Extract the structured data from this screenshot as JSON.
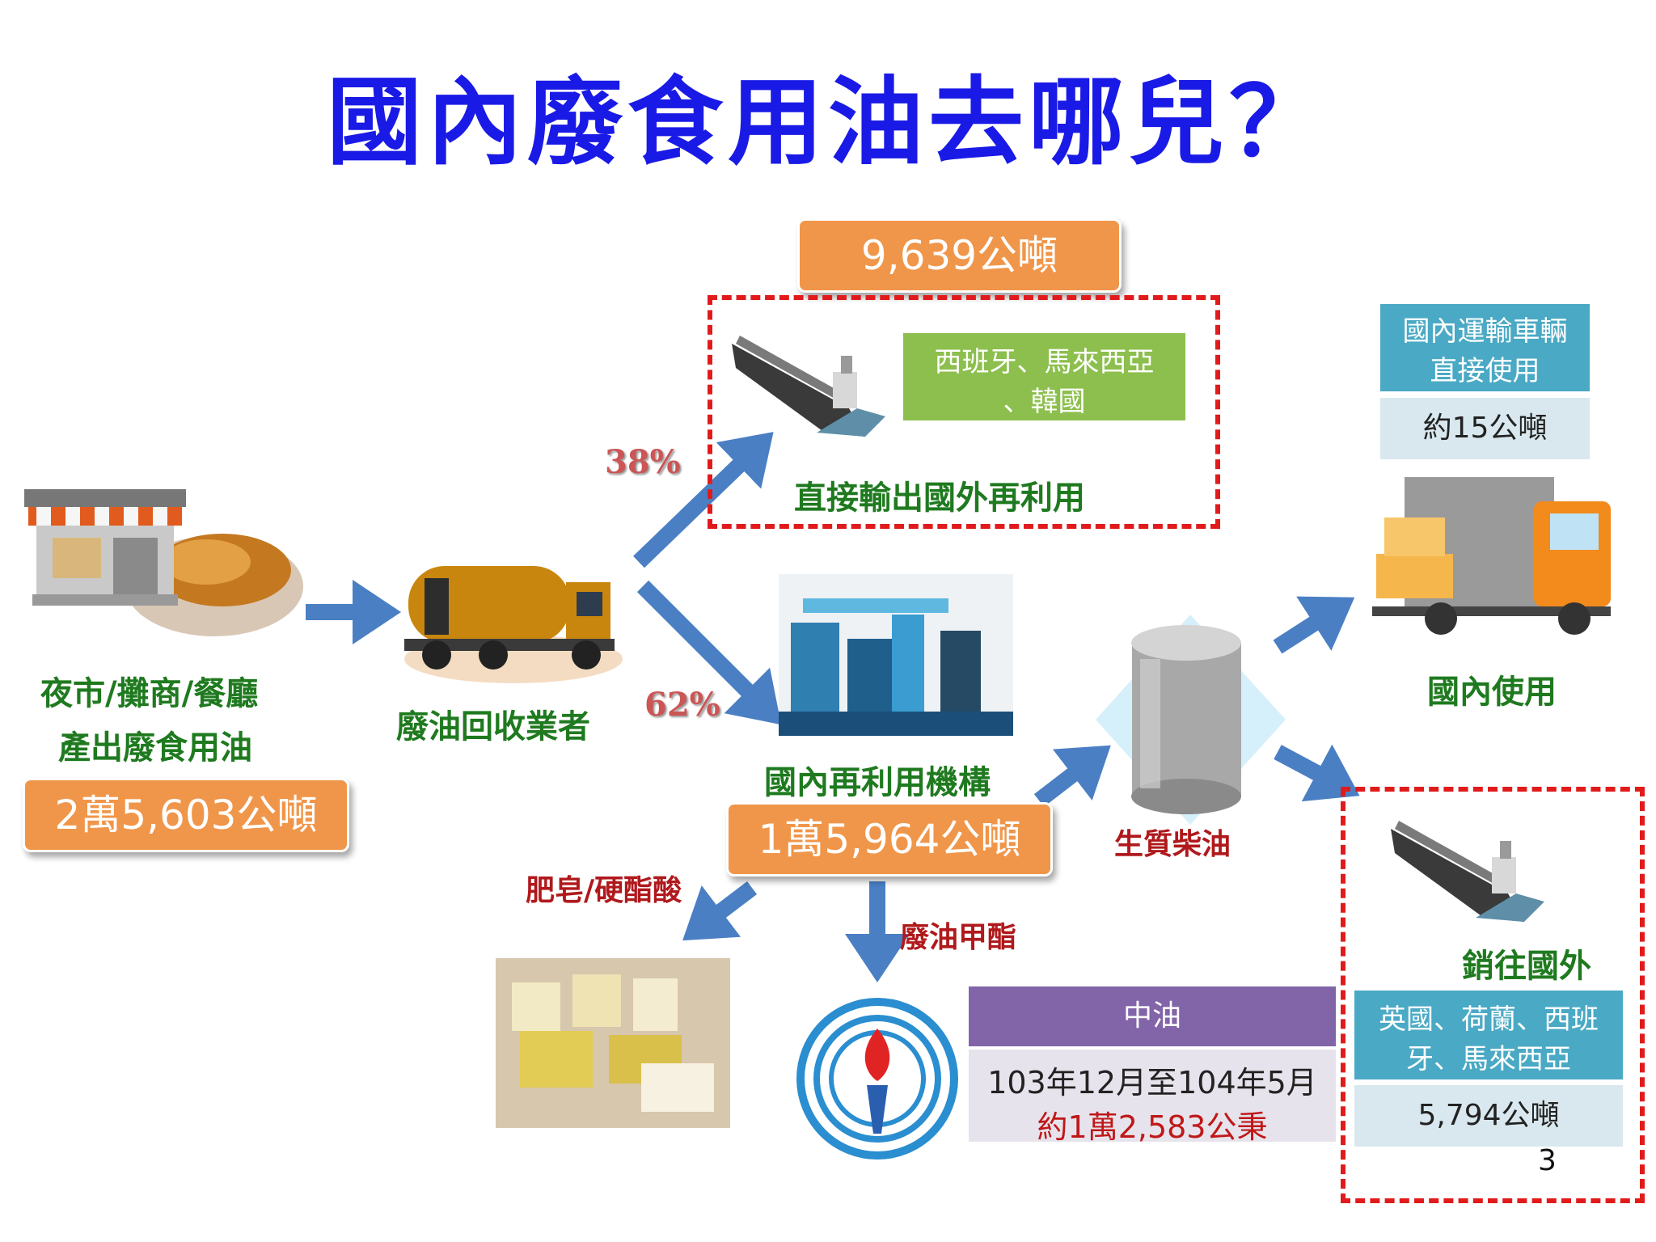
{
  "title": "國內廢食用油去哪兒？",
  "source": {
    "label_line1": "夜市/攤商/餐廳",
    "label_line2": "產出廢食用油",
    "amount": "2萬5,603公噸"
  },
  "collector": {
    "label": "廢油回收業者"
  },
  "export_direct": {
    "percent": "38%",
    "amount": "9,639公噸",
    "countries_line1": "西班牙、馬來西亞",
    "countries_line2": "、韓國",
    "label": "直接輸出國外再利用"
  },
  "domestic_reuse": {
    "percent": "62%",
    "label": "國內再利用機構",
    "amount": "1萬5,964公噸"
  },
  "soap": {
    "label": "肥皂/硬酯酸"
  },
  "methyl_ester": {
    "label": "廢油甲酯"
  },
  "cpc": {
    "name": "中油",
    "period": "103年12月至104年5月",
    "volume": "約1萬2,583公秉"
  },
  "biodiesel": {
    "label": "生質柴油"
  },
  "domestic_use": {
    "header_line1": "國內運輸車輛",
    "header_line2": "直接使用",
    "amount": "約15公噸",
    "label": "國內使用"
  },
  "export_sales": {
    "label": "銷往國外",
    "countries_line1": "英國、荷蘭、西班",
    "countries_line2": "牙、馬來西亞",
    "amount": "5,794公噸"
  },
  "page_number": "3",
  "colors": {
    "title": "#1a1ae6",
    "green_label": "#1f7a1f",
    "orange_box": "#f0964a",
    "dashed_border": "#e11b1b",
    "arrow": "#4a7fc4",
    "green_box": "#8cbf4d",
    "teal_box": "#4aa9c4",
    "purple_box": "#8264a8",
    "pale_box": "#d9e8ef"
  }
}
